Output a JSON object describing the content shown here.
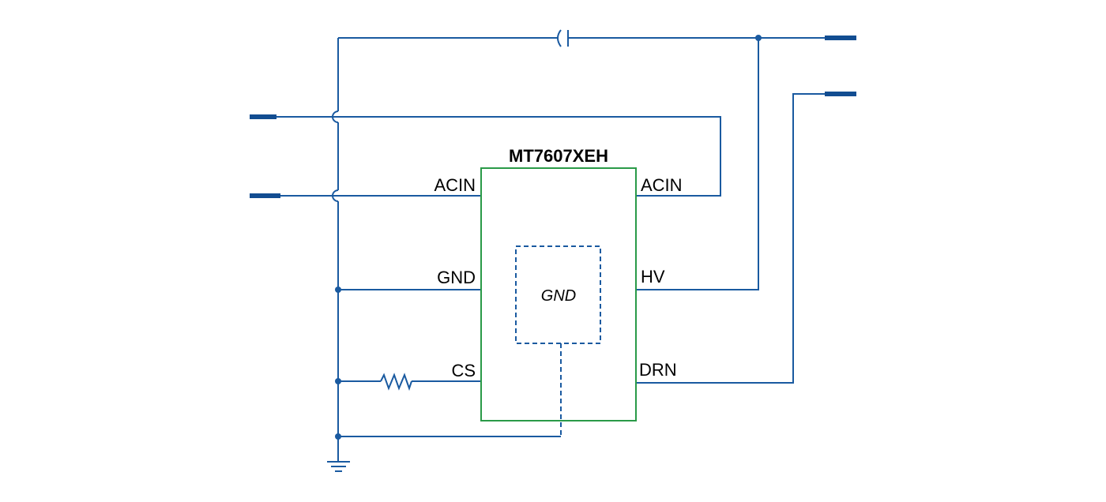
{
  "chip": {
    "part_number": "MT7607XEH",
    "exposed_pad_label": "GND",
    "pins": {
      "left_top": "ACIN",
      "left_mid": "GND",
      "left_bottom": "CS",
      "right_top": "ACIN",
      "right_mid": "HV",
      "right_bottom": "DRN"
    }
  },
  "colors": {
    "wire": "#1a5aa0",
    "terminal": "#124d91",
    "chip_outline": "#2a9a48",
    "text": "#000000"
  },
  "components": [
    "capacitor",
    "resistor",
    "ground",
    "terminal-left-top",
    "terminal-left-bottom",
    "terminal-right-top",
    "terminal-right-bottom"
  ]
}
